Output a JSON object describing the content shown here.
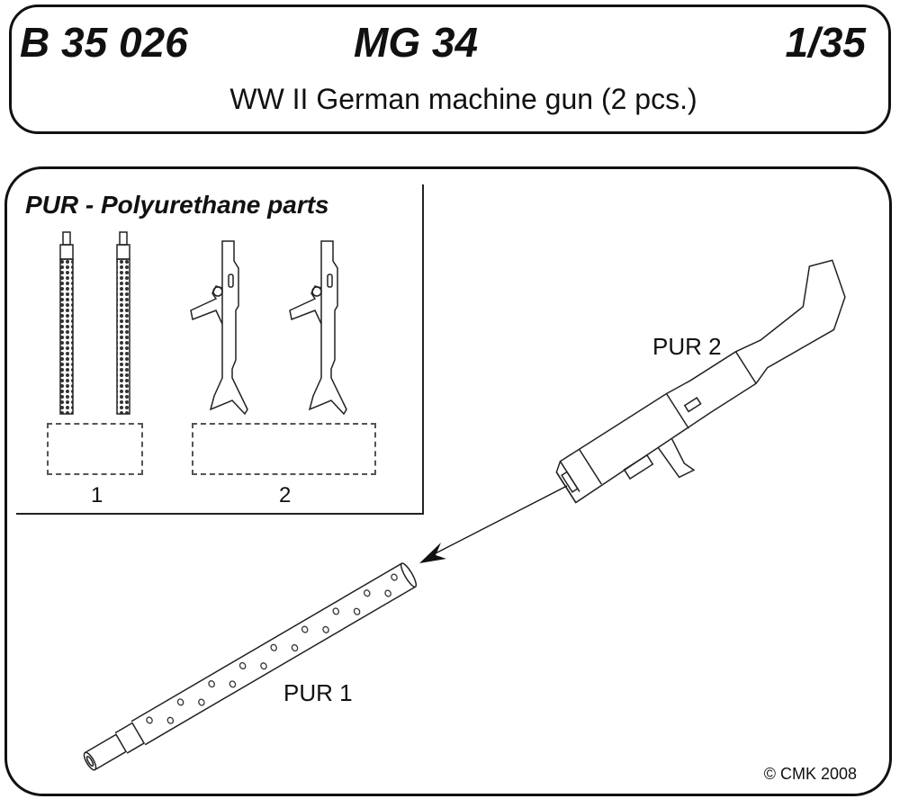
{
  "header": {
    "code": "B 35 026",
    "model": "MG 34",
    "scale": "1/35",
    "subtitle": "WW II German machine gun (2 pcs.)"
  },
  "parts_panel": {
    "title": "PUR - Polyurethane parts",
    "parts": [
      {
        "label": "1"
      },
      {
        "label": "2"
      }
    ]
  },
  "callouts": {
    "gun_body": "PUR 2",
    "barrel": "PUR 1"
  },
  "footer": {
    "copyright": "© CMK 2008"
  }
}
